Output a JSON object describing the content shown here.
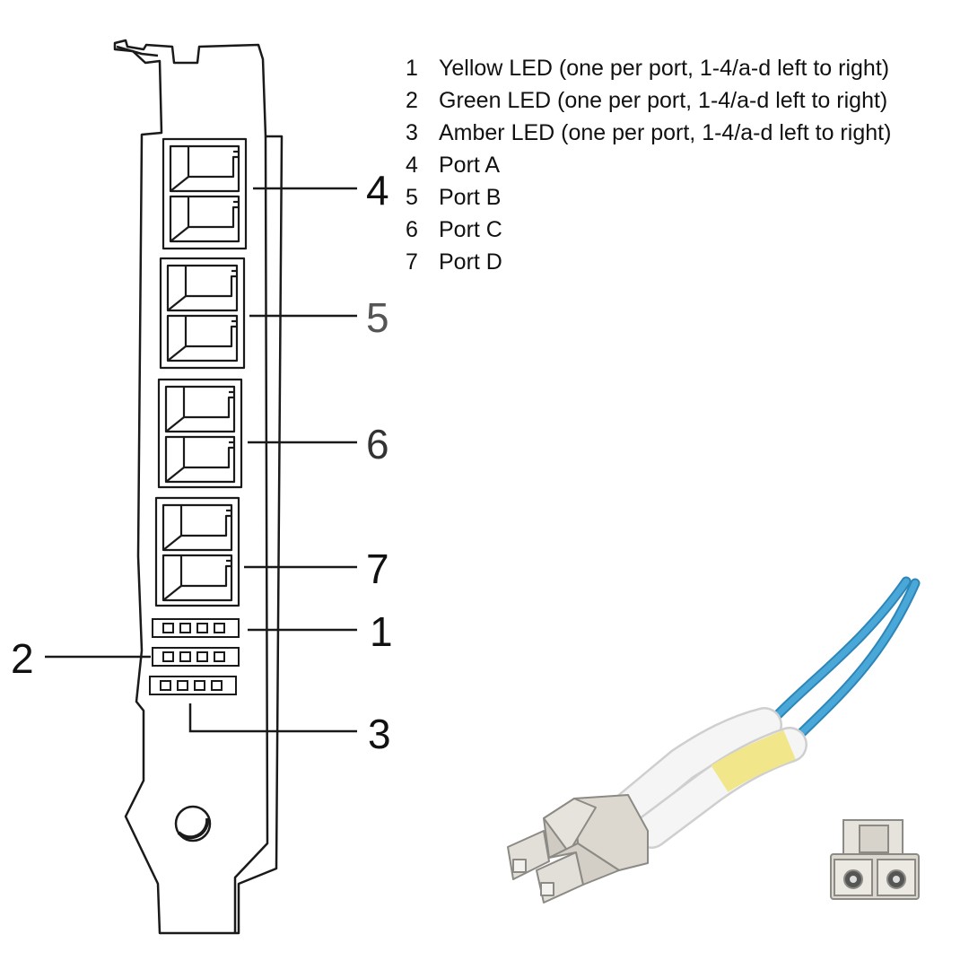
{
  "callouts": {
    "c4": "4",
    "c5": "5",
    "c6": "6",
    "c7": "7",
    "c1": "1",
    "c2": "2",
    "c3": "3"
  },
  "legend": [
    {
      "num": "1",
      "text": "Yellow LED (one per port, 1-4/a-d left to right)"
    },
    {
      "num": "2",
      "text": "Green LED (one per port, 1-4/a-d left to right)"
    },
    {
      "num": "3",
      "text": "Amber LED (one per port, 1-4/a-d left to right)"
    },
    {
      "num": "4",
      "text": "Port A"
    },
    {
      "num": "5",
      "text": "Port B"
    },
    {
      "num": "6",
      "text": "Port C"
    },
    {
      "num": "7",
      "text": "Port D"
    }
  ],
  "colors": {
    "line": "#1a1a1a",
    "callout_dark": "#111111",
    "callout_gray": "#555555",
    "fiber_cable": "#4aa8d8",
    "fiber_jacket": "#f2f2f2",
    "fiber_band": "#f2e68a",
    "connector_body": "#dcd8d0"
  }
}
